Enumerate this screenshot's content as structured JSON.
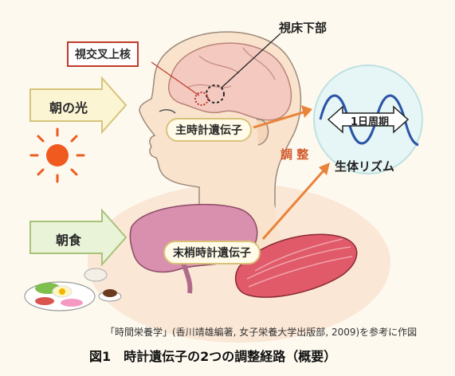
{
  "labels": {
    "suprachiasmatic": "視交叉上核",
    "hypothalamus": "視床下部",
    "morning_light": "朝の光",
    "main_clock_gene": "主時計遺伝子",
    "adjust": "調 整",
    "period": "1日周期",
    "biorhythm": "生体リズム",
    "breakfast": "朝食",
    "peripheral_clock_gene": "末梢時計遺伝子"
  },
  "footer": {
    "source": "「時間栄養学」(香川靖雄編著, 女子栄養大学出版部, 2009)を参考に作図",
    "caption": "図1　時計遺伝子の2つの調整経路（概要）"
  },
  "colors": {
    "arrow_box": "#fbf5d3",
    "arrow_border": "#d6c37c",
    "orange_arrow": "#e8833a",
    "wave": "#2b54a8",
    "sun": "#f05a1e",
    "skin": "#fae3cc",
    "brain": "#f3c9c0",
    "liver": "#d98fae",
    "muscle": "#e05a6a"
  }
}
